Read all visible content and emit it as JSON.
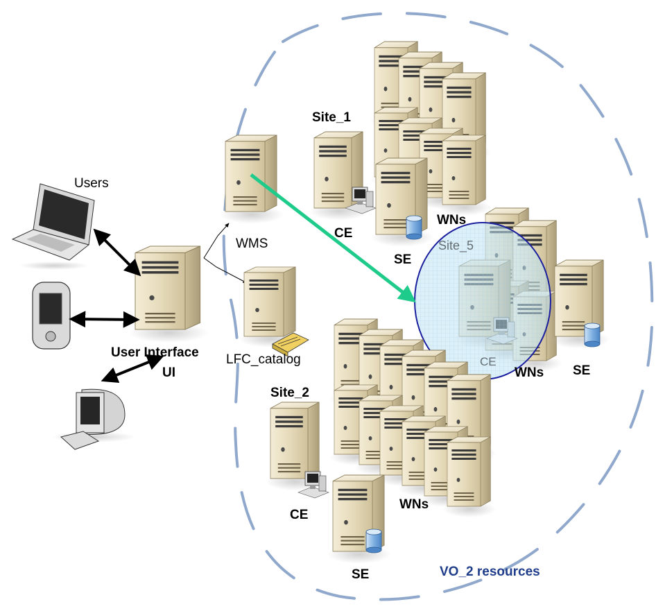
{
  "labels": {
    "users": "Users",
    "wms": "WMS",
    "user_interface": "User Interface",
    "ui": "UI",
    "lfc_catalog": "LFC_catalog",
    "site_1": "Site_1",
    "site_1_ce": "CE",
    "site_1_se": "SE",
    "site_1_wns": "WNs",
    "site_5": "Site_5",
    "site_5_ce": "CE",
    "site_5_wns": "WNs",
    "site_5_se": "SE",
    "site_2": "Site_2",
    "site_2_ce": "CE",
    "site_2_wns": "WNs",
    "site_2_se": "SE",
    "vo_resources": "VO_2 resources"
  },
  "colors": {
    "dashed_boundary": "#8fa8cc",
    "submit_arrow": "#1ecb8a",
    "site5_highlight_fill": "#bfe4f5",
    "site5_highlight_stroke": "#1a1f9e",
    "server_body": "#e7dcbe",
    "vo_label": "#1f3d8a"
  },
  "icons": [
    "laptop-icon",
    "pda-icon",
    "desktop-computer-icon",
    "server-icon",
    "disk-storage-icon",
    "catalog-icon"
  ]
}
